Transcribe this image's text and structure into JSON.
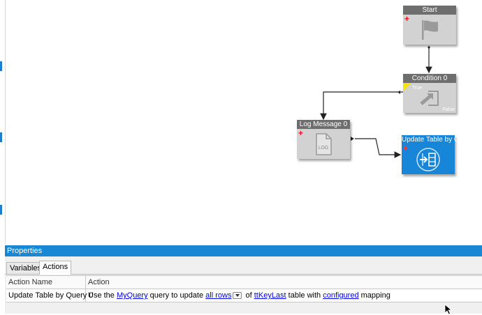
{
  "canvas": {
    "nodes": {
      "start": {
        "title": "Start",
        "icon": "flag-icon"
      },
      "condition": {
        "title": "Condition 0",
        "true_label": "True",
        "false_label": "False",
        "icon": "redirect-arrow-icon"
      },
      "log": {
        "title": "Log Message 0",
        "icon": "log-file-icon",
        "icon_text": "LOG"
      },
      "update": {
        "title": "Update Table by Q",
        "icon": "table-update-icon"
      }
    },
    "colors": {
      "gray_node_title": "#6e6e6e",
      "gray_node_body": "#d2d2d2",
      "blue_node": "#1786d9",
      "add_plus": "#e11111"
    }
  },
  "properties": {
    "header": "Properties",
    "tabs": [
      {
        "label": "Variables",
        "active": false
      },
      {
        "label": "Actions",
        "active": true
      }
    ],
    "table": {
      "columns": [
        "Action Name",
        "Action"
      ],
      "rows": [
        {
          "name": "Update Table by Query 0",
          "action": {
            "t1": "Use the ",
            "query_link": "MyQuery",
            "t2": " query to update ",
            "rows_link": "all rows",
            "t3": " of ",
            "table_link": "ttKeyLast",
            "t4": " table with ",
            "mapping_link": "configured",
            "t5": " mapping"
          }
        }
      ]
    }
  }
}
